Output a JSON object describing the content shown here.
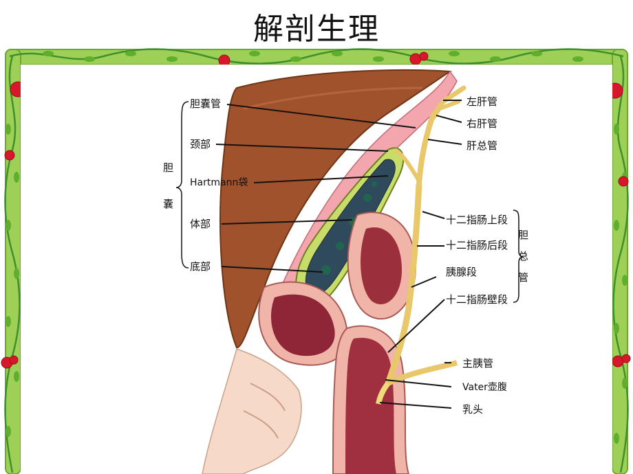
{
  "slide": {
    "title": "解剖生理"
  },
  "labels_left": {
    "gallbladder_group": "胆囊",
    "cystic_duct": "胆囊管",
    "neck": "颈部",
    "hartmann": "Hartmann袋",
    "body": "体部",
    "fundus": "底部"
  },
  "labels_right": {
    "left_hepatic": "左肝管",
    "right_hepatic": "右肝管",
    "common_hepatic": "肝总管",
    "supraduodenal": "十二指肠上段",
    "retroduodenal": "十二指肠后段",
    "pancreatic": "胰腺段",
    "intraduodenal": "十二指肠壁段",
    "cbd_group": "胆总管",
    "pancreatic_duct": "主胰管",
    "vater": "Vater壶腹",
    "papilla": "乳头"
  },
  "colors": {
    "frame_green": "#8cc63f",
    "vine": "#3f8f2a",
    "berry": "#d7182a"
  }
}
